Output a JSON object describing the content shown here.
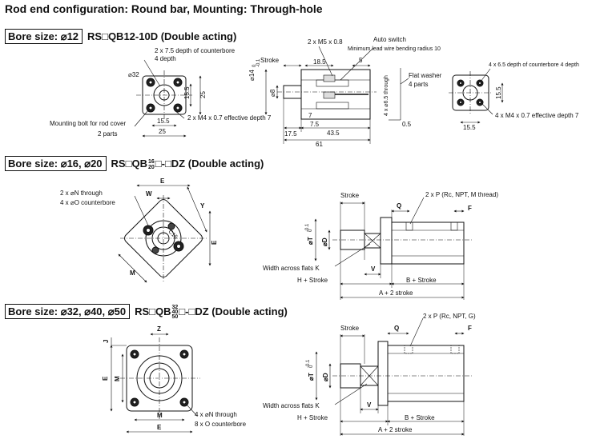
{
  "title": "Rod end configuration: Round bar, Mounting: Through-hole",
  "sections": [
    {
      "bore": "Bore size: ⌀12",
      "model": "RS□QB12-10D (Double acting)",
      "labels": {
        "counterbore_top": "2 x 7.5 depth of counterbore",
        "depth4": "4 depth",
        "dia32": "⌀32",
        "dim15_5": "15.5",
        "dim25": "25",
        "dim15_5b": "15.5",
        "dim25b": "25",
        "m4": "2 x M4 x 0.7 effective depth 7",
        "mount_bolt": "Mounting bolt for rod cover",
        "parts2": "2 parts",
        "m5": "2 x M5 x 0.8",
        "auto_switch": "Auto switch",
        "min_lead": "Minimum lead wire bending radius 10",
        "stroke": "Stroke",
        "dim18_5": "18.5",
        "dim5": "5",
        "dia14": "⌀14",
        "tol_top": "0",
        "tol_bot": "-0.1",
        "dia8": "⌀8",
        "thru": "4 x ⌀6.5 through",
        "flat_washer": "Flat washer",
        "parts4": "4 parts",
        "dim7": "7",
        "dim7_5": "7.5",
        "dim43_5": "43.5",
        "dim0_5": "0.5",
        "dim17_5": "17.5",
        "dim61": "61",
        "cb_right": "4 x 6.5 depth of counterbore 4 depth",
        "dim15_5r": "15.5",
        "m4r": "4 x M4 x 0.7 effective depth 7",
        "dim15_5rb": "15.5"
      }
    },
    {
      "bore": "Bore size: ⌀16, ⌀20",
      "model_pre": "RS□QB",
      "model_stack": [
        "16",
        "20"
      ],
      "model_post": "□-□DZ (Double acting)",
      "labels": {
        "E": "E",
        "W": "W",
        "through": "2 x ⌀N through",
        "counterbore": "4 x ⌀O counterbore",
        "Y": "Y",
        "c15": "C15",
        "E2": "E",
        "M": "M",
        "stroke": "Stroke",
        "P": "2 x P (Rc, NPT, M thread)",
        "Q": "Q",
        "F": "F",
        "T": "⌀T",
        "tol_top": "0",
        "tol_bot": "-0.1",
        "D": "⌀D",
        "waf": "Width across flats K",
        "V": "V",
        "H": "H + Stroke",
        "B": "B + Stroke",
        "A": "A + 2 stroke"
      }
    },
    {
      "bore": "Bore size: ⌀32, ⌀40, ⌀50",
      "model_pre": "RS□QB",
      "model_stack": [
        "32",
        "40",
        "50"
      ],
      "model_post": "□-□DZ (Double acting)",
      "labels": {
        "Z": "Z",
        "J": "J",
        "E": "E",
        "M": "M",
        "Mb": "M",
        "Eb": "E",
        "through": "4 x ⌀N through",
        "counterbore": "8 x O counterbore",
        "stroke": "Stroke",
        "P": "2 x P (Rc, NPT, G)",
        "Q": "Q",
        "F": "F",
        "T": "⌀T",
        "tol_top": "0",
        "tol_bot": "-0.1",
        "D": "⌀D",
        "waf": "Width across flats K",
        "V": "V",
        "H": "H + Stroke",
        "B": "B + Stroke",
        "A": "A + 2 stroke"
      }
    }
  ]
}
